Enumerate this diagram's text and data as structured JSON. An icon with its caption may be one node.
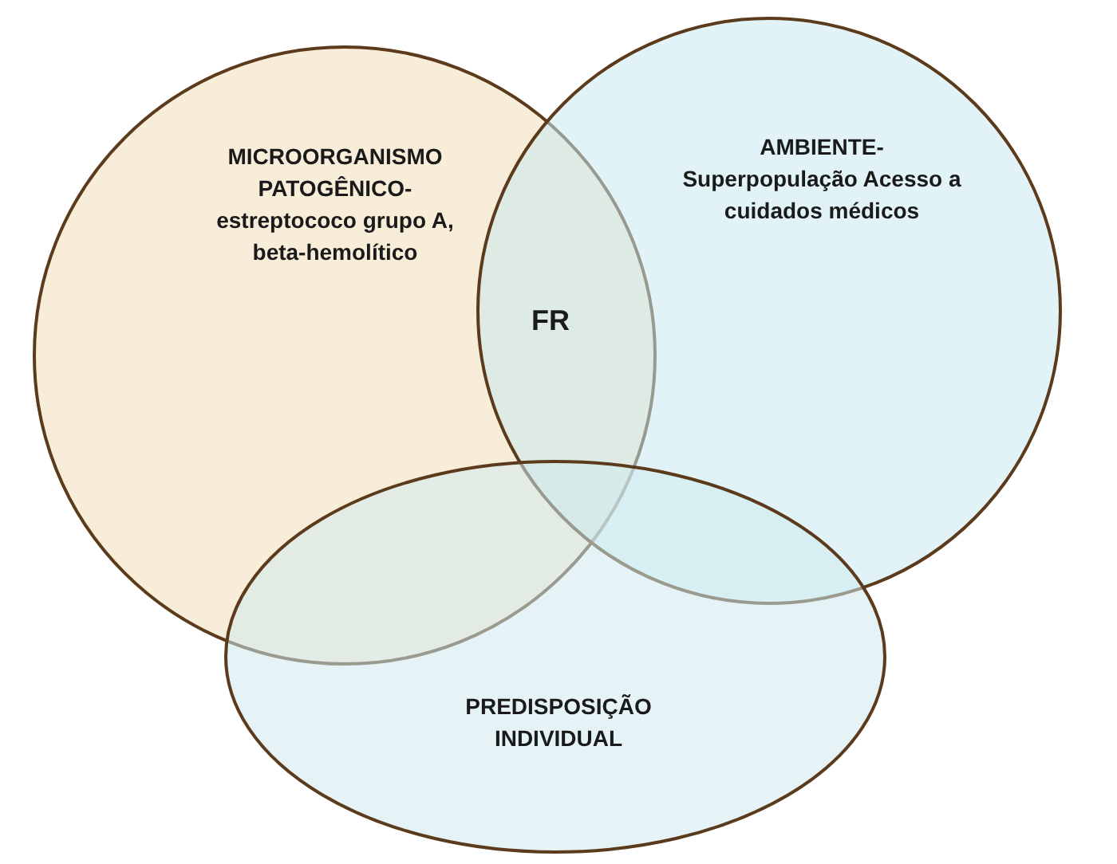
{
  "diagram": {
    "nodes": [
      {
        "text": [
          "MICROORGANISMO PATOGÊNICO- estreptococo grupo A, beta-hemolítico"
        ]
      },
      {
        "text": [
          "AMBIENTE- Superpopulação Acesso a cuidados médicos"
        ]
      },
      {
        "text": [
          "PREDISPOSIÇÃO INDIVIDUAL"
        ]
      }
    ],
    "labels": [
      "FR"
    ]
  }
}
